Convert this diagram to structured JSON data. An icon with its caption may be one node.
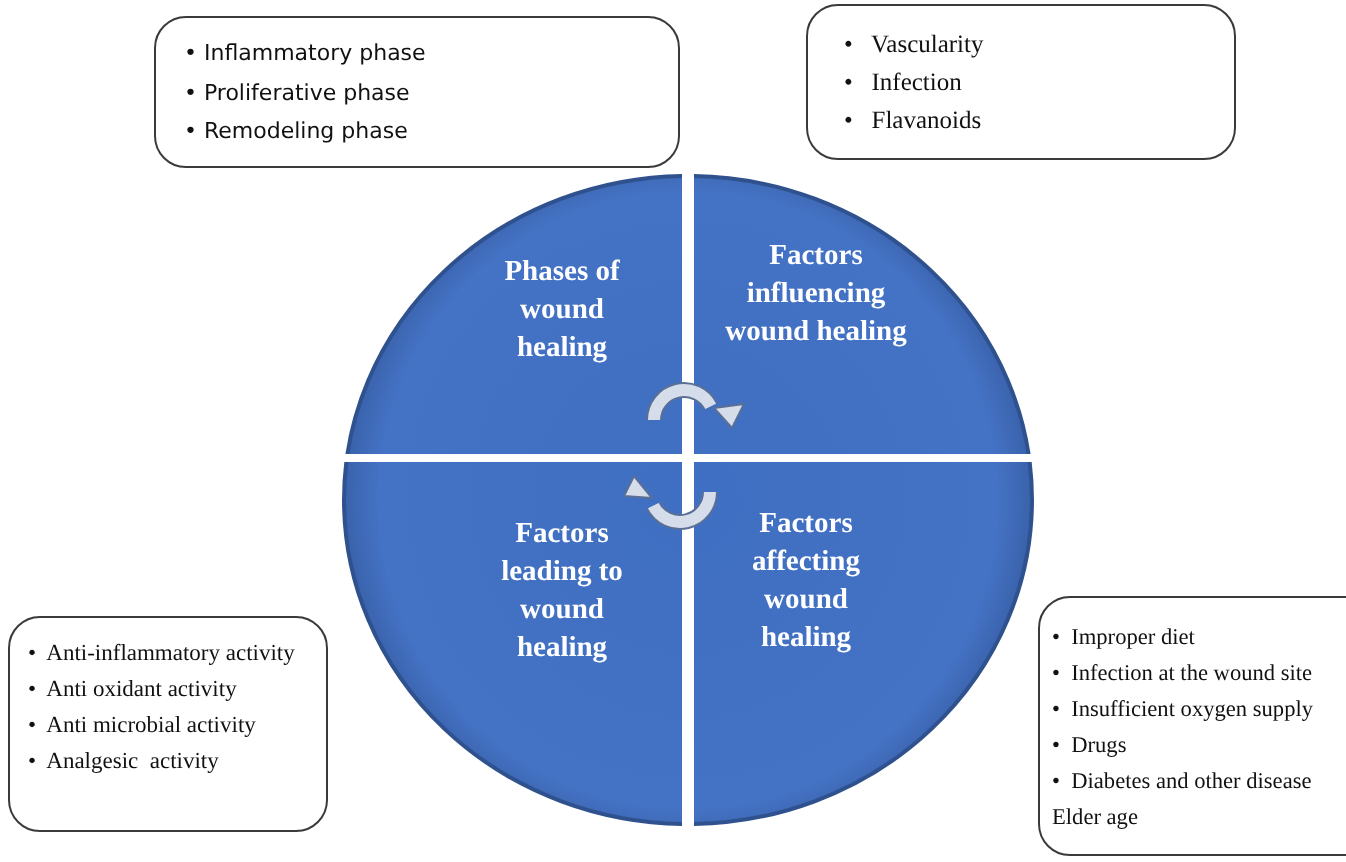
{
  "diagram": {
    "nodes": [
      {
        "text": [
          "• Inflammatory phase",
          "• Proliferative phase",
          "• Remodeling phase"
        ]
      },
      {
        "text": [
          "•   Vascularity",
          "•   Infection",
          "•   Flavanoids"
        ]
      },
      {
        "text": [
          "Phases of wound healing"
        ]
      },
      {
        "text": [
          "Factors influencing wound healing"
        ]
      },
      {
        "text": [
          "Factors leading to wound healing"
        ]
      },
      {
        "text": [
          "Factors affecting wound healing"
        ]
      },
      {
        "text": [
          "•  Anti-inflammatory activity",
          "•  Anti oxidant activity",
          "•  Anti microbial activity",
          "•  Analgesic  activity"
        ]
      },
      {
        "text": [
          "•  Improper diet",
          "•  Infection at the wound site",
          "•  Insufficient oxygen supply",
          "•  Drugs",
          "•  Diabetes and other disease",
          "Elder age"
        ]
      }
    ]
  }
}
